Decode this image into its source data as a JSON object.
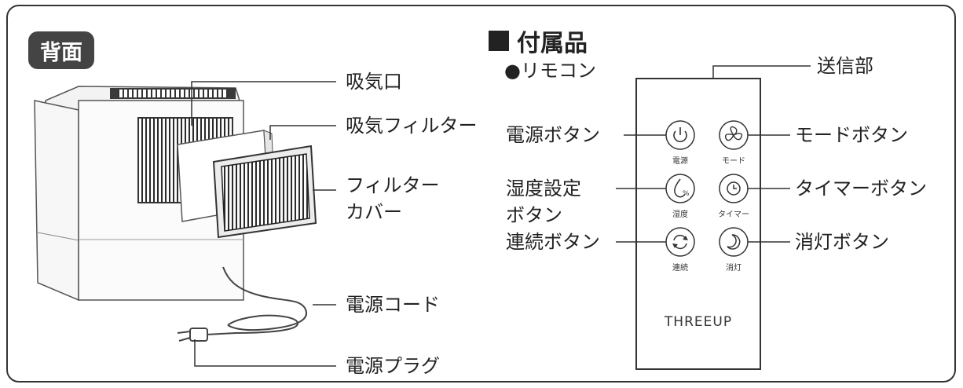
{
  "back": {
    "badge": "背面",
    "labels": {
      "intake": "吸気口",
      "intake_filter": "吸気フィルター",
      "filter_cover_line1": "フィルター",
      "filter_cover_line2": "カバー",
      "power_cord": "電源コード",
      "power_plug": "電源プラグ"
    }
  },
  "accessories": {
    "title": "付属品",
    "remote_item": "●リモコン",
    "transmitter": "送信部",
    "left_labels": {
      "power": "電源ボタン",
      "humidity_line1": "湿度設定",
      "humidity_line2": "ボタン",
      "continuous": "連続ボタン"
    },
    "right_labels": {
      "mode": "モードボタン",
      "timer": "タイマーボタン",
      "light_off": "消灯ボタン"
    },
    "button_captions": {
      "power": "電源",
      "mode": "モード",
      "humidity": "湿度",
      "timer": "タイマー",
      "continuous": "連続",
      "light_off": "消灯"
    },
    "brand": "THREEUP"
  }
}
